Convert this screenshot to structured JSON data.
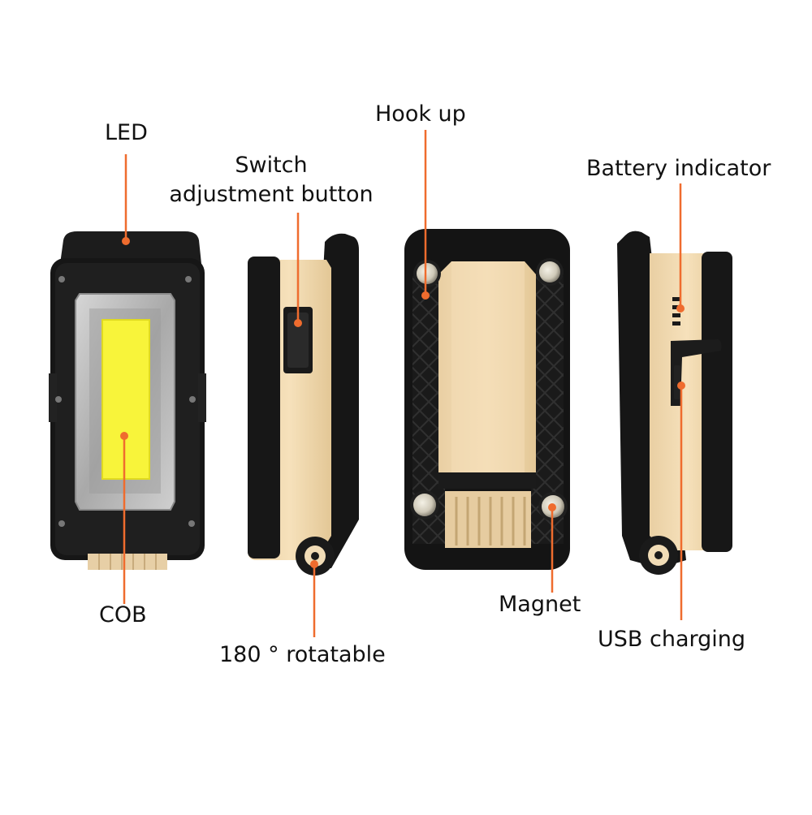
{
  "labels": {
    "led": "LED",
    "cob": "COB",
    "switch_line1": "Switch",
    "switch_line2": "adjustment button",
    "rotatable": "180 ° rotatable",
    "hook": "Hook up",
    "magnet": "Magnet",
    "battery": "Battery indicator",
    "usb": "USB charging"
  },
  "colors": {
    "background": "#ffffff",
    "body_black": "#151515",
    "body_dark": "#232323",
    "beige": "#f3dcb5",
    "beige_shade": "#dcc094",
    "cob_yellow": "#f8f43a",
    "reflector": "#b9b9b9",
    "callout": "#ef6c2e",
    "magnet": "#d8d4c8"
  }
}
